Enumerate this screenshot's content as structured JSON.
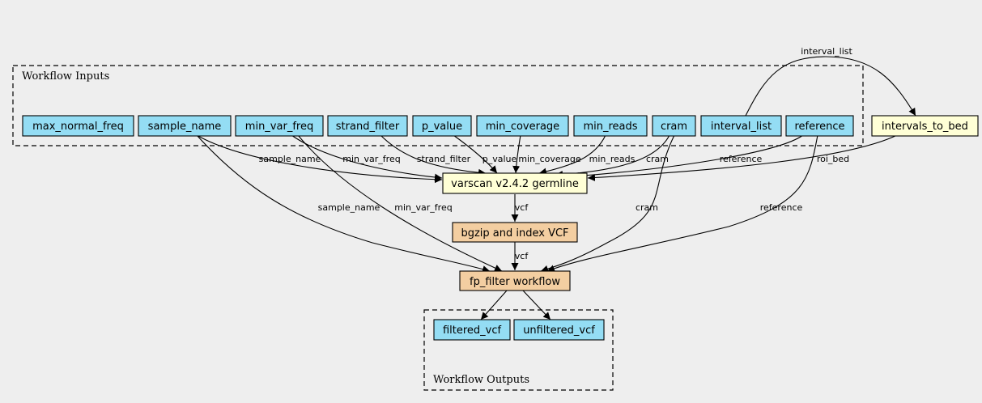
{
  "clusters": {
    "inputs_label": "Workflow Inputs",
    "outputs_label": "Workflow Outputs"
  },
  "colors": {
    "background": "#eeeeee",
    "input_node": "#94ddf4",
    "tool_node": "#ffffd6",
    "subworkflow_node": "#f3cea1",
    "output_node": "#94ddf4"
  },
  "inputs": [
    {
      "id": "max_normal_freq",
      "label": "max_normal_freq"
    },
    {
      "id": "sample_name",
      "label": "sample_name"
    },
    {
      "id": "min_var_freq",
      "label": "min_var_freq"
    },
    {
      "id": "strand_filter",
      "label": "strand_filter"
    },
    {
      "id": "p_value",
      "label": "p_value"
    },
    {
      "id": "min_coverage",
      "label": "min_coverage"
    },
    {
      "id": "min_reads",
      "label": "min_reads"
    },
    {
      "id": "cram",
      "label": "cram"
    },
    {
      "id": "interval_list",
      "label": "interval_list"
    },
    {
      "id": "reference",
      "label": "reference"
    }
  ],
  "steps": {
    "intervals_to_bed": "intervals_to_bed",
    "varscan": "varscan v2.4.2 germline",
    "bgzip": "bgzip and index VCF",
    "fp_filter": "fp_filter workflow"
  },
  "outputs": [
    {
      "id": "filtered_vcf",
      "label": "filtered_vcf"
    },
    {
      "id": "unfiltered_vcf",
      "label": "unfiltered_vcf"
    }
  ],
  "edge_labels": {
    "interval_list_to_bed": "interval_list",
    "sample_name_to_varscan": "sample_name",
    "min_var_freq_to_varscan": "min_var_freq",
    "strand_filter_to_varscan": "strand_filter",
    "p_value_to_varscan": "p_value",
    "min_coverage_to_varscan": "min_coverage",
    "min_reads_to_varscan": "min_reads",
    "cram_to_varscan": "cram",
    "reference_to_varscan": "reference",
    "roi_bed_to_varscan": "roi_bed",
    "varscan_to_bgzip": "vcf",
    "bgzip_to_fp": "vcf",
    "sample_name_to_fp": "sample_name",
    "min_var_freq_to_fp": "min_var_freq",
    "cram_to_fp": "cram",
    "reference_to_fp": "reference"
  }
}
